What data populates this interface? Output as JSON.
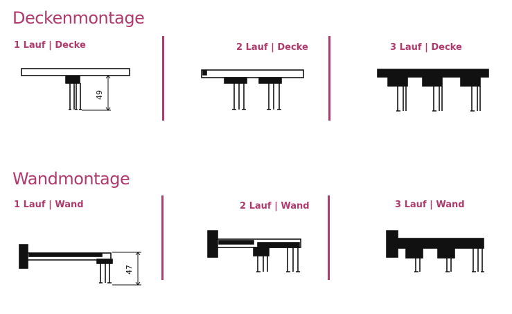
{
  "sections": {
    "ceiling": {
      "title": "Deckenmontage",
      "items": [
        {
          "label": "1 Lauf | Decke"
        },
        {
          "label": "2 Lauf | Decke"
        },
        {
          "label": "3 Lauf | Decke"
        }
      ],
      "dimension": "49"
    },
    "wall": {
      "title": "Wandmontage",
      "items": [
        {
          "label": "1 Lauf | Wand"
        },
        {
          "label": "2 Lauf | Wand"
        },
        {
          "label": "3 Lauf | Wand"
        }
      ],
      "dimension": "47"
    }
  },
  "colors": {
    "accent": "#b03a6e",
    "drawing": "#111111"
  }
}
